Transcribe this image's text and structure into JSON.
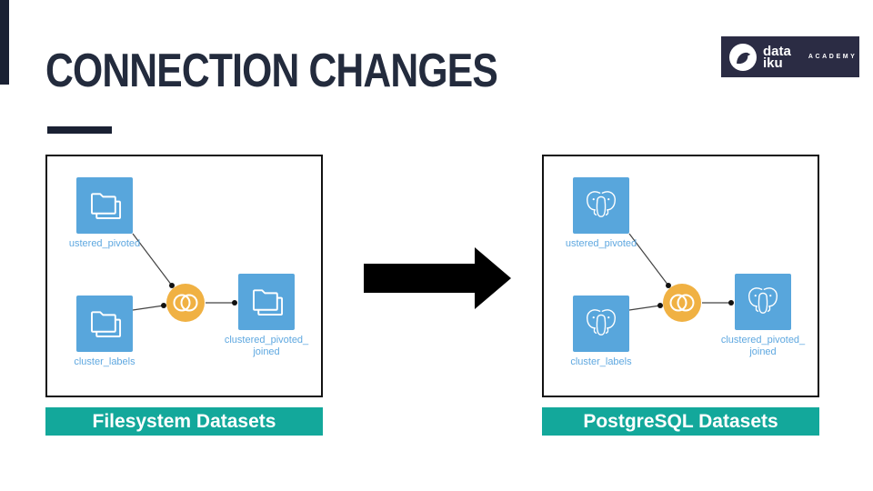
{
  "slide": {
    "title": "CONNECTION CHANGES"
  },
  "logo": {
    "brand_line1": "data",
    "brand_line2": "iku",
    "academy": "ACADEMY"
  },
  "panels": [
    {
      "type": "filesystem",
      "banner": "Filesystem Datasets",
      "dataset_icon": "folder-icon",
      "recipe_icon": "join-venn-icon",
      "nodes": {
        "input_top": {
          "label": "ustered_pivoted"
        },
        "input_bottom": {
          "label": "cluster_labels"
        },
        "output": {
          "label_line1": "clustered_pivoted_",
          "label_line2": "joined"
        }
      }
    },
    {
      "type": "postgresql",
      "banner": "PostgreSQL Datasets",
      "dataset_icon": "postgresql-elephant-icon",
      "recipe_icon": "join-venn-icon",
      "nodes": {
        "input_top": {
          "label": "ustered_pivoted"
        },
        "input_bottom": {
          "label": "cluster_labels"
        },
        "output": {
          "label_line1": "clustered_pivoted_",
          "label_line2": "joined"
        }
      }
    }
  ],
  "colors": {
    "title_navy": "#232B3D",
    "accent_dark": "#1A2133",
    "dataset_blue": "#58A6DC",
    "node_label_blue": "#5FA8E0",
    "recipe_orange": "#F0B143",
    "banner_teal": "#13A89B",
    "logo_background": "#2B2C44",
    "arrow_black": "#000000"
  },
  "icons": {
    "brand": "dataiku-bird-icon",
    "transition": "right-arrow-icon"
  }
}
